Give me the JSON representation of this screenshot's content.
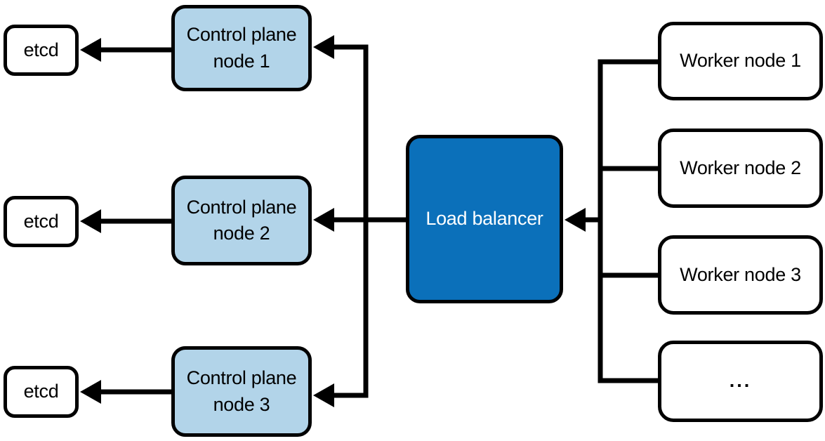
{
  "colors": {
    "background": "#ffffff",
    "box_border": "#000000",
    "text": "#000000",
    "etcd_fill": "#ffffff",
    "control_plane_fill": "#b2d4e9",
    "load_balancer_fill": "#0b70ba",
    "load_balancer_text": "#ffffff",
    "worker_fill": "#ffffff",
    "connector": "#000000"
  },
  "diagram": {
    "etcd_nodes": [
      {
        "label": "etcd"
      },
      {
        "label": "etcd"
      },
      {
        "label": "etcd"
      }
    ],
    "control_plane_nodes": [
      {
        "label": "Control plane node 1"
      },
      {
        "label": "Control plane node 2"
      },
      {
        "label": "Control plane node 3"
      }
    ],
    "load_balancer": {
      "label": "Load balancer"
    },
    "worker_nodes": [
      {
        "label": "Worker node 1"
      },
      {
        "label": "Worker node 2"
      },
      {
        "label": "Worker node 3"
      },
      {
        "label": "..."
      }
    ]
  }
}
